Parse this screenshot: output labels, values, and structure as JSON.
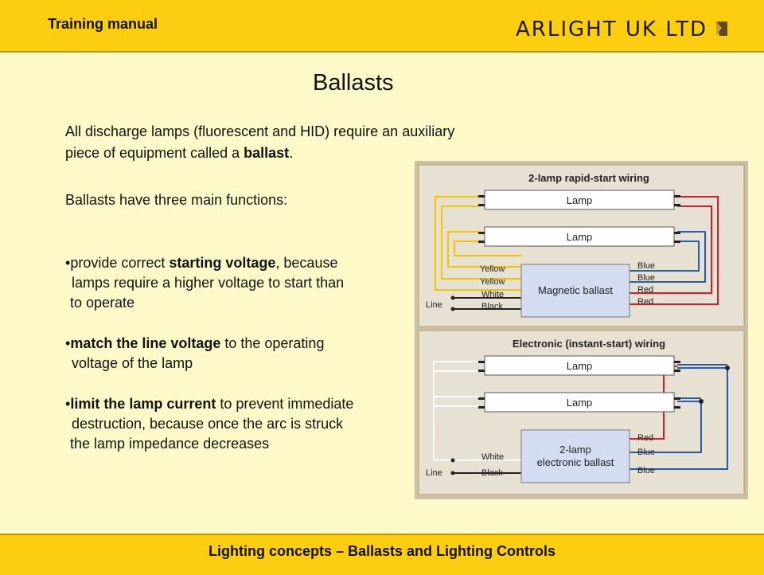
{
  "header": {
    "manual_label": "Training manual",
    "logo_text": "ARLIGHT UK LTD"
  },
  "footer": {
    "text": "Lighting concepts – Ballasts and Lighting Controls"
  },
  "title": "Ballasts",
  "intro": {
    "line1": "All discharge lamps (fluorescent and HID) require an auxiliary",
    "line2_pre": "piece of equipment called a ",
    "line2_bold": "ballast",
    "line2_post": "."
  },
  "functions_heading": "Ballasts have three main functions:",
  "bullets": [
    {
      "marker": "•",
      "pre": "provide correct ",
      "bold": "starting voltage",
      "post": ", because",
      "lines": [
        "lamps require a  higher voltage to start than",
        "to operate"
      ]
    },
    {
      "marker": "•",
      "pre": "",
      "bold": "match the line voltage",
      "post": " to the operating",
      "lines": [
        "voltage of the lamp"
      ]
    },
    {
      "marker": "•",
      "pre": "",
      "bold": "limit the lamp current",
      "post": " to prevent immediate",
      "lines": [
        "destruction, because once the arc is struck",
        "the lamp impedance decreases"
      ]
    }
  ],
  "diagram": {
    "panel1": {
      "title": "2-lamp rapid-start wiring",
      "lamp1": "Lamp",
      "lamp2": "Lamp",
      "ballast": "Magnetic ballast",
      "line": "Line",
      "left_wires": [
        "Yellow",
        "Yellow",
        "White",
        "Black"
      ],
      "right_wires": [
        "Blue",
        "Blue",
        "Red",
        "Red"
      ]
    },
    "panel2": {
      "title": "Electronic (instant-start) wiring",
      "lamp1": "Lamp",
      "lamp2": "Lamp",
      "ballast_line1": "2-lamp",
      "ballast_line2": "electronic ballast",
      "line": "Line",
      "left_wires": [
        "White",
        "Black"
      ],
      "right_wires": [
        "Red",
        "Blue",
        "Blue"
      ]
    },
    "colors": {
      "yellow": "#f5c400",
      "red": "#c8202c",
      "blue": "#2a5bb0",
      "black": "#222222",
      "panel_bg": "#e7e1d3",
      "frame": "#b79f7a"
    }
  }
}
